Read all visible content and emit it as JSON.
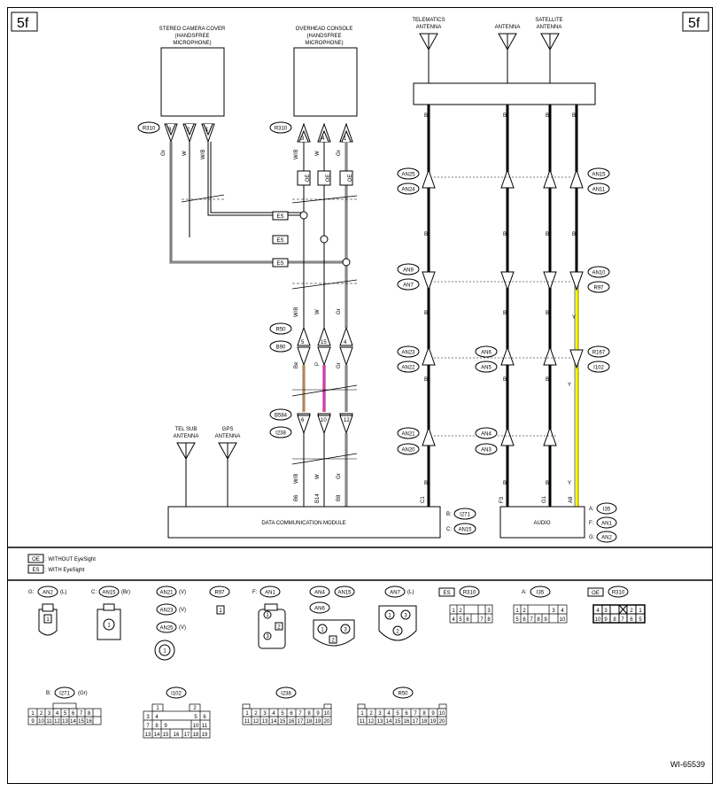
{
  "page": {
    "code": "5f",
    "figure_id": "WI-65539"
  },
  "devices": {
    "stereo_cam": {
      "l1": "STEREO CAMERA COVER",
      "l2": "(HANDSFREE",
      "l3": "MICROPHONE)"
    },
    "overhead": {
      "l1": "OVERHEAD CONSOLE",
      "l2": "(HANDSFREE",
      "l3": "MICROPHONE)"
    },
    "telematics_ant": {
      "l1": "TELEMATICS",
      "l2": "ANTENNA"
    },
    "antenna": {
      "l1": "ANTENNA"
    },
    "satellite_ant": {
      "l1": "SATELLITE",
      "l2": "ANTENNA"
    },
    "tel_sub": {
      "l1": "TEL SUB",
      "l2": "ANTENNA"
    },
    "gps": {
      "l1": "GPS",
      "l2": "ANTENNA"
    },
    "dcm": {
      "label": "DATA COMMUNICATION MODULE"
    },
    "audio": {
      "label": "AUDIO"
    }
  },
  "connectors": {
    "r310": "R310",
    "r50": "R50",
    "b90": "B90",
    "b584": "B584",
    "i238": "I238",
    "an25": "AN25",
    "an24": "AN24",
    "an15": "AN15",
    "an11": "AN11",
    "an9": "AN9",
    "an7": "AN7",
    "an10": "AN10",
    "r97": "R97",
    "an23": "AN23",
    "an22": "AN22",
    "an6": "AN6",
    "an5": "AN5",
    "r167": "R167",
    "i102": "I102",
    "an21": "AN21",
    "an20": "AN20",
    "an4": "AN4",
    "an3": "AN3",
    "b_i271": "I271",
    "c_an15": "AN15",
    "a_i35": "I35",
    "f_an1": "AN1",
    "g_an2": "AN2",
    "pfx_b": "B:",
    "pfx_c": "C:",
    "pfx_a": "A:",
    "pfx_f": "F:",
    "pfx_g": "G:"
  },
  "wire_colors": {
    "gr": "Gr",
    "w": "W",
    "wb": "W/B",
    "b": "B",
    "y": "Y",
    "be": "Be",
    "p": "P"
  },
  "pins": {
    "p1": "1",
    "p2": "2",
    "p3": "3",
    "p4": "4",
    "p5": "5",
    "p6": "6",
    "p7": "7",
    "p8": "8",
    "p9": "9",
    "p10": "10",
    "p11": "11",
    "p12": "12",
    "p13": "13",
    "p14": "14",
    "p15": "15",
    "p16": "16",
    "p17": "17",
    "p18": "18",
    "p19": "19",
    "p20": "20",
    "b6": "B6",
    "b14": "B14",
    "b8": "B8",
    "c1": "C1",
    "f3": "F3",
    "g1": "G1",
    "a8": "A8"
  },
  "options": {
    "oe": "OE",
    "es": "ES"
  },
  "legend": {
    "oe_tag": "OE",
    "oe_text": ": WITHOUT EyeSight",
    "es_tag": "ES",
    "es_text": ": WITH EyeSight"
  },
  "bottom": {
    "g_an2": {
      "prefix": "G:",
      "name": "AN2",
      "color": "(L)"
    },
    "c_an15": {
      "prefix": "C:",
      "name": "AN15",
      "color": "(Br)"
    },
    "an21": {
      "name": "AN21",
      "color": "(V)"
    },
    "an23": {
      "name": "AN23",
      "color": "(V)"
    },
    "an25": {
      "name": "AN25",
      "color": "(V)"
    },
    "r97": {
      "name": "R97"
    },
    "f_an1": {
      "prefix": "F:",
      "name": "AN1"
    },
    "an4": {
      "name": "AN4"
    },
    "an15b": {
      "name": "AN15"
    },
    "an6": {
      "name": "AN6"
    },
    "an7": {
      "name": "AN7",
      "color": "(L)"
    },
    "es_r310": {
      "tag": "ES",
      "name": "R310"
    },
    "a_i35": {
      "prefix": "A:",
      "name": "I35"
    },
    "oe_r310": {
      "tag": "OE",
      "name": "R310"
    },
    "b_i271": {
      "prefix": "B:",
      "name": "I271",
      "color": "(Gr)"
    },
    "i102": {
      "name": "I102"
    },
    "i238": {
      "name": "I238"
    },
    "r50": {
      "name": "R50"
    }
  },
  "colors": {
    "yellow": "#ffff00",
    "pink": "#ff66cc",
    "beige": "#d7b99b",
    "gray": "#b5b5b5"
  }
}
